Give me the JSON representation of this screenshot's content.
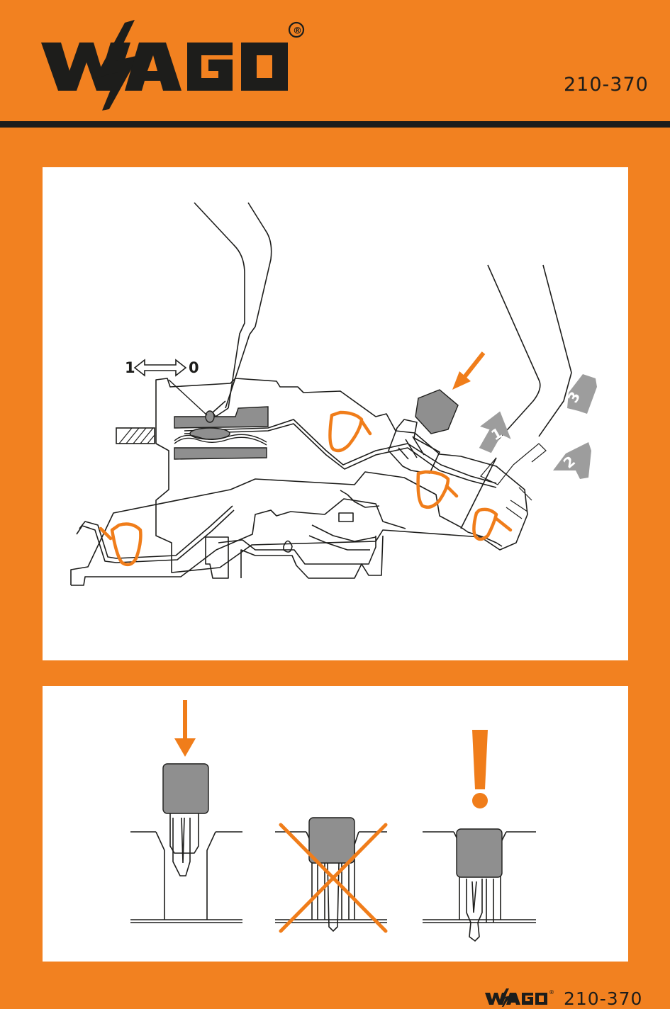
{
  "brand": {
    "name": "WAGO",
    "registered_mark": "®"
  },
  "document": {
    "number_top": "210-370",
    "number_bottom": "210-370"
  },
  "diagram": {
    "switch_label": {
      "on": "1",
      "off": "0"
    },
    "steps": [
      "1",
      "2",
      "3"
    ]
  },
  "colors": {
    "background": "#f28120",
    "ink": "#1d1d1b",
    "accent": "#f07d1a",
    "plug_gray": "#8f8f8f",
    "arrow_gray": "#9d9d9d"
  },
  "icons": {
    "warning": "exclamation-mark-icon",
    "invalid": "cross-out-icon",
    "insert_direction": "down-arrow-icon"
  }
}
